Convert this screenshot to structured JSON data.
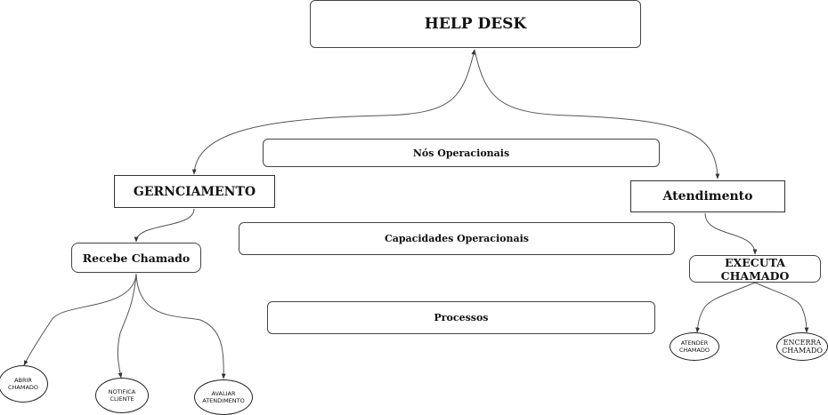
{
  "nodes": {
    "help_desk": "HELP DESK",
    "gerenciamento": "GERNCIAMENTO",
    "atendimento": "Atendimento",
    "recebe_chamado": "Recebe Chamado",
    "executa_chamado": "EXECUTA CHAMADO",
    "abrir_chamado": "ABRIR\nCHAMADO",
    "notifica_cliente": "NOTIFICA\nCLIENTE",
    "avaliar_atendimento": "AVALIAR\nATENDIMENTO",
    "atender_chamado": "ATENDER\nCHAMADO",
    "encerra_chamado": "ENCERRA\nCHAMADO"
  },
  "bands": {
    "nos_operacionais": "Nós Operacionais",
    "capacidades_operacionais": "Capacidades Operacionais",
    "processos": "Processos"
  }
}
